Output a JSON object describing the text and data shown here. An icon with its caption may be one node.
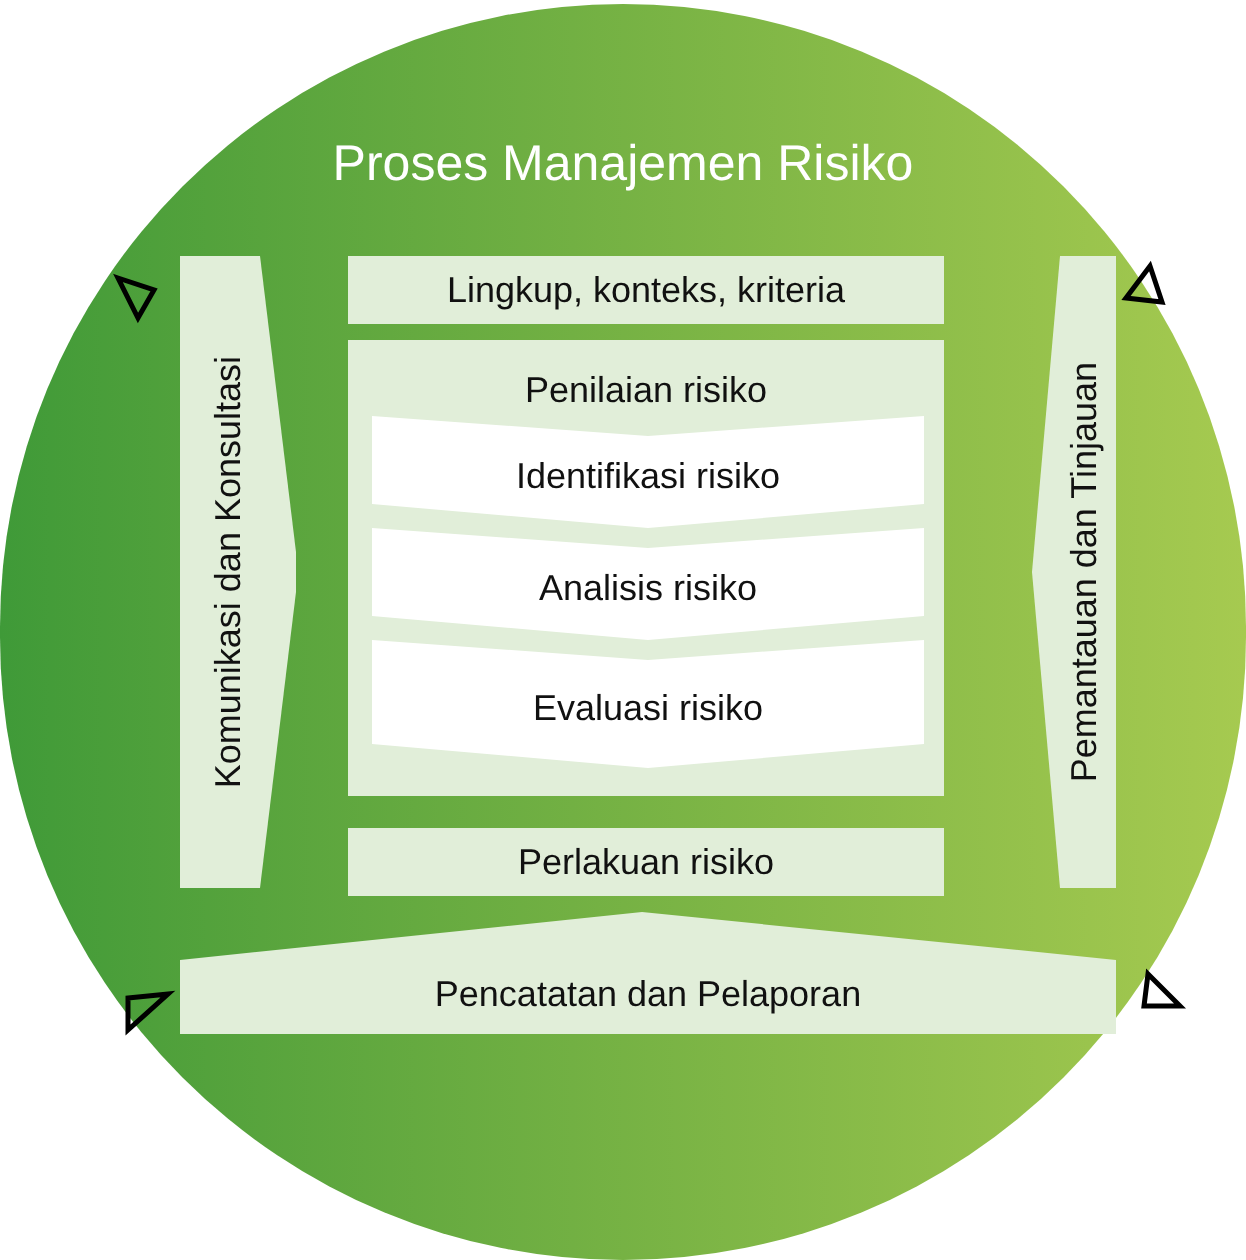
{
  "diagram": {
    "nodes": [
      {
        "text": [
          "Proses Manajemen Risiko"
        ]
      },
      {
        "text": [
          "Komunikasi dan Konsultasi"
        ],
        "in": 0
      },
      {
        "text": [
          "Lingkup, konteks, kriteria"
        ],
        "in": 0
      },
      {
        "text": [
          "Penilaian risiko"
        ],
        "in": 0
      },
      {
        "text": [
          "Identifikasi risiko"
        ],
        "in": 3
      },
      {
        "text": [
          "Analisis risiko"
        ],
        "in": 3
      },
      {
        "text": [
          "Evaluasi risiko"
        ],
        "in": 3
      },
      {
        "text": [
          "Perlakuan risiko"
        ],
        "in": 0
      },
      {
        "text": [
          "Pemantauan dan Tinjauan"
        ],
        "in": 0
      },
      {
        "text": [
          "Pencatatan dan Pelaporan"
        ],
        "in": 0
      }
    ]
  }
}
